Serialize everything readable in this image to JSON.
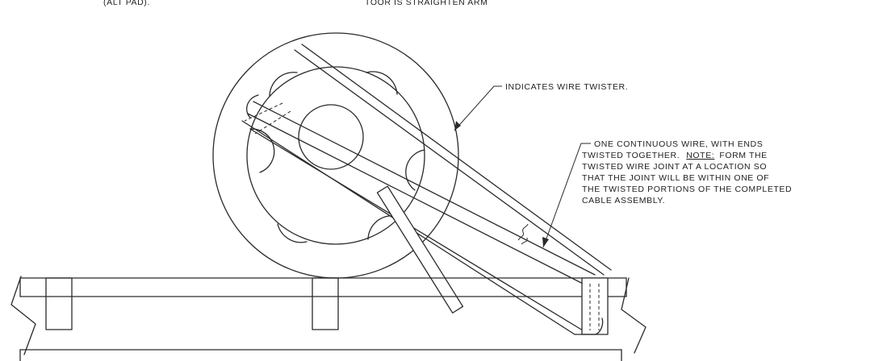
{
  "header_fragments": {
    "left": "(ALT PAD).",
    "center": "TOOR IS STRAIGHTEN ARM"
  },
  "callouts": {
    "wire_twister": "INDICATES WIRE TWISTER.",
    "continuous_wire": {
      "lines": [
        "ONE CONTINUOUS WIRE, WITH ENDS",
        "TWISTED TOGETHER.",
        "TWISTED WIRE JOINT AT A LOCATION SO",
        "THAT THE JOINT WILL BE WITHIN ONE OF",
        "THE TWISTED PORTIONS OF THE COMPLETED",
        "CABLE ASSEMBLY."
      ],
      "note_label": "NOTE:",
      "note_text": "FORM THE"
    }
  },
  "colors": {
    "ink": "#2a2a2a",
    "paper": "#ffffff"
  }
}
